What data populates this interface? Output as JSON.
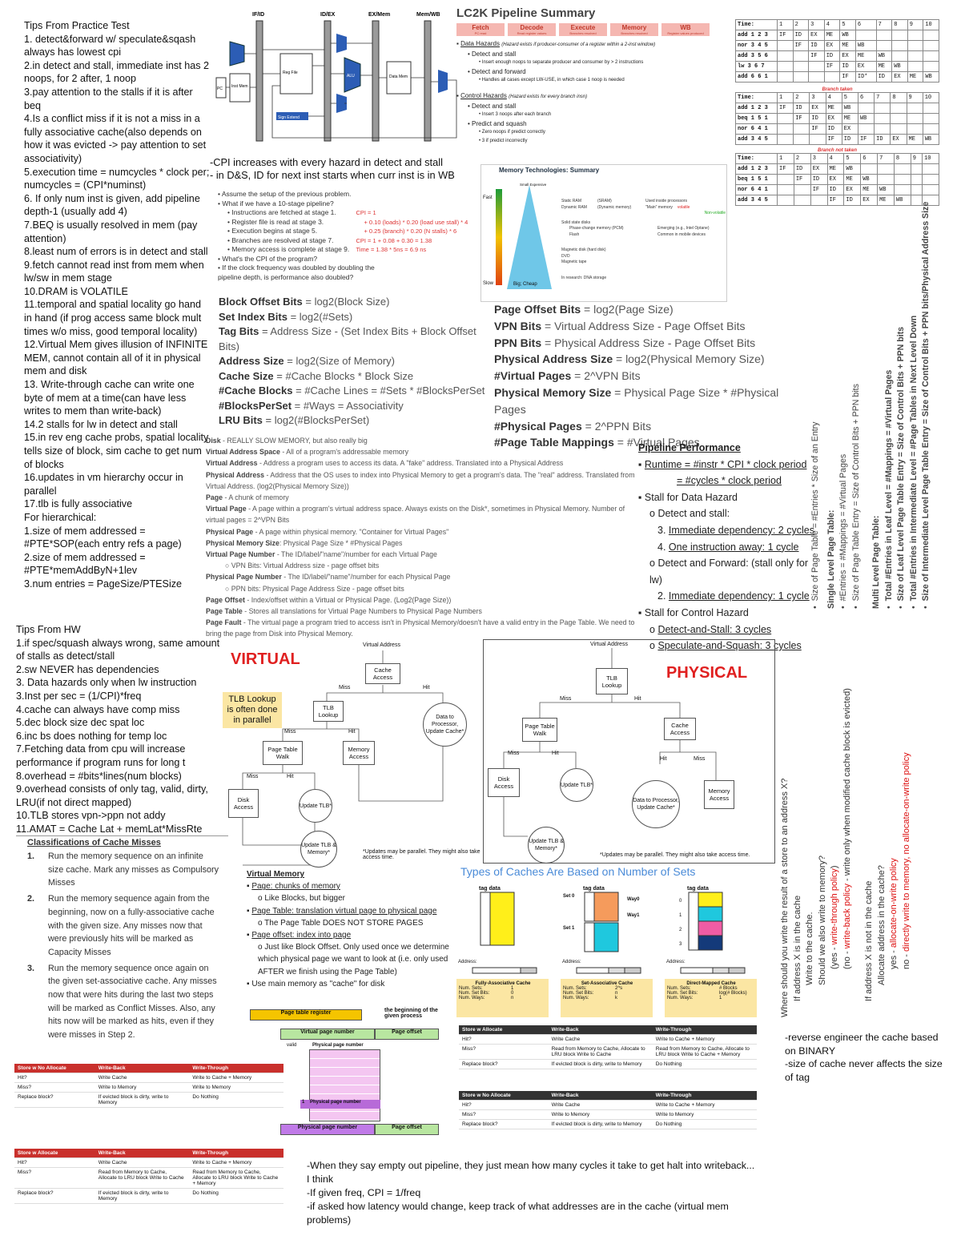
{
  "tips_practice": "Tips From Practice Test\n1. detect&forward w/ speculate&sqash always has lowest cpi\n2.in detect and stall, immediate inst has 2 noops, for 2 after, 1 noop\n3.pay attention to the stalls if it is after beq\n4.Is a conflict miss if it is not a miss in a fully associative cache(also depends on how it was evicted -> pay attention to set associativity)\n5.execution time = numcycles * clock per; numcycles = (CPI*numinst)\n6. If only num inst is given, add pipeline depth-1 (usually add 4)\n7.BEQ is usually resolved in mem (pay attention)\n8.least num of errors is in detect and stall\n9.fetch cannot read inst from mem when lw/sw in mem stage\n10.DRAM is VOLATILE\n11.temporal and spatial locality go hand in hand (if prog access same block mult times w/o miss, good temporal locality)\n12.Virtual Mem gives illusion of INFINITE MEM, cannot contain all of it in physical mem and disk\n13. Write-through cache can write one byte of mem at a time(can have less writes to mem than write-back)\n14.2 stalls for lw in detect and stall\n15.in rev eng cache probs, spatial locality tells size of block, sim cache to get num of blocks\n16.updates in vm hierarchy occur in parallel\n17.tlb is fully associative\nFor hierarchical:\n1.size of mem addressed = #PTE*SOP(each entry refs a page)\n2.size of mem addressed = #PTE*memAddByN+1lev\n3.num entries = PageSize/PTESize",
  "tips_hw": "Tips From HW\n1.if spec/squash always wrong, same amount of stalls as detect/stall\n2.sw NEVER has dependencies\n3. Data hazards only when lw instruction\n3.Inst per sec = (1/CPI)*freq\n4.cache can always have comp miss\n5.dec block size dec spat loc\n6.inc bs does nothing for temp loc\n7.Fetching data from cpu will increase performance if program runs for long t\n8.overhead = #bits*lines(num blocks)\n9.overhead consists of only tag, valid, dirty, LRU(if not direct mapped)\n10.TLB stores vpn->ppn not addy\n11.AMAT = Cache Lat + memLat*MissRte",
  "cpi_note": "-CPI increases with every hazard in detect and stall\n- in D&S, ID for next inst starts when curr inst is in WB",
  "datapath": {
    "stages": [
      "IF/ID",
      "ID/EX",
      "EX/Mem",
      "Mem/WB"
    ],
    "units": [
      "PC",
      "Inst Mem",
      "Reg File",
      "ALU",
      "Data Mem",
      "Sign Extend"
    ]
  },
  "lc2k": {
    "title": "LC2K Pipeline Summary",
    "stages": [
      {
        "name": "Fetch",
        "sub": "PC read"
      },
      {
        "name": "Decode",
        "sub": "Read register values"
      },
      {
        "name": "Execute",
        "sub": "Branches resolved"
      },
      {
        "name": "Memory",
        "sub": "Branches resolved"
      },
      {
        "name": "WB",
        "sub": "Register values produced"
      }
    ],
    "data_haz": "Data Hazards",
    "data_haz_note": "(Hazard exists if producer-consumer of a register within a 2-inst window)",
    "dh1": "Detect and stall",
    "dh1b": "Insert enough noops to separate producer and consumer by > 2 instructions",
    "dh2": "Detect and forward",
    "dh2b": "Handles all cases except LW-USE, in which case 1 noop is needed",
    "ctrl_haz": "Control Hazards",
    "ctrl_note": "(Hazard exists for every branch insn)",
    "ch1": "Detect and stall",
    "ch1b": "Insert 3 noops after each branch",
    "ch2": "Predict and squash",
    "ch2b": "Zero noops if predict correctly",
    "ch2c": "3 if predict incorrectly"
  },
  "pipe_tables": [
    {
      "title": "",
      "head": [
        "Time:",
        "1",
        "2",
        "3",
        "4",
        "5",
        "6",
        "7",
        "8",
        "9",
        "10"
      ],
      "rows": [
        [
          "add 1 2 3",
          "IF",
          "ID",
          "EX",
          "ME",
          "WB",
          "",
          "",
          "",
          "",
          ""
        ],
        [
          "nor 3 4 5",
          "",
          "IF",
          "ID",
          "EX",
          "ME",
          "WB",
          "",
          "",
          "",
          ""
        ],
        [
          "add 3 5 6",
          "",
          "",
          "IF",
          "ID",
          "EX",
          "ME",
          "WB",
          "",
          "",
          ""
        ],
        [
          "lw 3 6 7",
          "",
          "",
          "",
          "IF",
          "ID",
          "EX",
          "ME",
          "WB",
          "",
          ""
        ],
        [
          "add 6 6 1",
          "",
          "",
          "",
          "",
          "IF",
          "ID*",
          "ID",
          "EX",
          "ME",
          "WB"
        ]
      ]
    },
    {
      "title": "Branch taken",
      "head": [
        "Time:",
        "1",
        "2",
        "3",
        "4",
        "5",
        "6",
        "7",
        "8",
        "9",
        "10"
      ],
      "rows": [
        [
          "add 1 2 3",
          "IF",
          "ID",
          "EX",
          "ME",
          "WB",
          "",
          "",
          "",
          "",
          ""
        ],
        [
          "beq 1 5 1",
          "",
          "IF",
          "ID",
          "EX",
          "ME",
          "WB",
          "",
          "",
          "",
          ""
        ],
        [
          "nor 6 4 1",
          "",
          "",
          "IF",
          "ID",
          "EX",
          "",
          "",
          "",
          "",
          ""
        ],
        [
          "add 3 4 5",
          "",
          "",
          "",
          "IF",
          "ID",
          "IF",
          "ID",
          "EX",
          "ME",
          "WB"
        ]
      ]
    },
    {
      "title": "Branch not taken",
      "head": [
        "Time:",
        "1",
        "2",
        "3",
        "4",
        "5",
        "6",
        "7",
        "8",
        "9",
        "10"
      ],
      "rows": [
        [
          "add 1 2 3",
          "IF",
          "ID",
          "EX",
          "ME",
          "WB",
          "",
          "",
          "",
          "",
          ""
        ],
        [
          "beq 1 5 1",
          "",
          "IF",
          "ID",
          "EX",
          "ME",
          "WB",
          "",
          "",
          "",
          ""
        ],
        [
          "nor 6 4 1",
          "",
          "",
          "IF",
          "ID",
          "EX",
          "ME",
          "WB",
          "",
          "",
          ""
        ],
        [
          "add 3 4 5",
          "",
          "",
          "",
          "IF",
          "ID",
          "EX",
          "ME",
          "WB",
          "",
          ""
        ]
      ]
    }
  ],
  "cpi_q": {
    "l1": "Assume the setup of the previous problem.",
    "l2": "What if we have a 10-stage pipeline?",
    "s1": "Instructions are fetched at stage 1.",
    "s2": "Register file is read at stage 3.",
    "s3": "Execution begins at stage 5.",
    "s4": "Branches are resolved at stage 7.",
    "s5": "Memory access is complete at stage 9.",
    "l3": "What's the CPI of the program?",
    "l4": "If the clock frequency was doubled by doubling the pipeline depth, is performance also doubled?",
    "r1": "CPI = 1",
    "r2": "+ 0.10 (loads) * 0.20 (load use stall) * 4",
    "r3": "+ 0.25 (branch) * 0.20 (N stalls) * 6",
    "r4": "CPI = 1 + 0.08 + 0.30 = 1.38",
    "r5": "Time = 1.38 * 5ns = 6.9 ns"
  },
  "mem_tech": {
    "title": "Memory Technologies: Summary",
    "fast": "Fast",
    "slow": "Slow",
    "small": "Small Expensive",
    "big": "Big; Cheap",
    "r1a": "Static RAM",
    "r1b": "(SRAM)",
    "r1c": "Used inside processors",
    "r2a": "Dynamic RAM",
    "r2b": "(Dynamic memory)",
    "r2c": "\"Main\" memory",
    "vol": "volatile",
    "nonvol": "Non-volatile",
    "r3": "Solid state disks",
    "r4a": "Phase-change memory (PCM)",
    "r4c": "Emerging (e.g., Intel Optane)",
    "r5a": "Flash",
    "r5c": "Common in mobile devices",
    "r6": "Magnetic disk (hard disk)",
    "r7": "DVD",
    "r8": "Magnetic tape",
    "r9": "In research: DNA storage"
  },
  "cache_formulas": [
    {
      "k": "Block Offset Bits",
      "v": " = log2(Block Size)"
    },
    {
      "k": "Set Index Bits",
      "v": " = log2(#Sets)"
    },
    {
      "k": "Tag Bits",
      "v": " = Address Size - (Set Index Bits + Block Offset Bits)"
    },
    {
      "k": "Address Size",
      "v": " = log2(Size of Memory)"
    },
    {
      "k": "Cache Size",
      "v": " = #Cache Blocks * Block Size"
    },
    {
      "k": "#Cache Blocks",
      "v": " = #Cache Lines = #Sets * #BlocksPerSet"
    },
    {
      "k": "#BlocksPerSet",
      "v": " = #Ways = Associativity"
    },
    {
      "k": "LRU Bits",
      "v": " = log2(#BlocksPerSet)"
    }
  ],
  "vm_formulas": [
    {
      "k": "Page Offset Bits",
      "v": " = log2(Page Size)"
    },
    {
      "k": "VPN Bits",
      "v": " = Virtual Address Size - Page Offset Bits"
    },
    {
      "k": "PPN Bits",
      "v": " = Physical Address Size - Page Offset Bits"
    },
    {
      "k": "Physical Address Size",
      "v": " = log2(Physical Memory Size)"
    },
    {
      "k": "#Virtual Pages",
      "v": " = 2^VPN Bits"
    },
    {
      "k": "Physical Memory Size",
      "v": " = Physical Page Size * #Physical Pages"
    },
    {
      "k": "#Physical Pages",
      "v": " = 2^PPN Bits"
    },
    {
      "k": "#Page Table Mappings",
      "v": " = #Virtual Pages"
    }
  ],
  "glossary": [
    {
      "k": "Disk",
      "v": " - REALLY SLOW MEMORY, but also really big"
    },
    {
      "k": "Virtual Address Space",
      "v": " - All of a program's addressable memory"
    },
    {
      "k": "Virtual Address",
      "v": " - Address a program uses to access its data. A \"fake\" address. Translated into a Physical Address"
    },
    {
      "k": "Physical Address",
      "v": " - Address that the OS uses to index into Physical Memory to get a program's data. The \"real\" address. Translated from Virtual Address. (log2(Physical Memory Size))"
    },
    {
      "k": "Page",
      "v": " - A chunk of memory"
    },
    {
      "k": "Virtual Page",
      "v": " - A page within a program's virtual address space. Always exists on the Disk*, sometimes in Physical Memory. Number of virtual pages = 2^VPN Bits"
    },
    {
      "k": "Physical Page",
      "v": " - A page within physical memory. \"Container for Virtual Pages\""
    },
    {
      "k": "Physical Memory Size",
      "v": ": Physical Page Size * #Physical Pages"
    },
    {
      "k": "Virtual Page Number",
      "v": " - The ID/label/\"name\"/number for each Virtual Page"
    },
    {
      "k": "",
      "v": "VPN Bits: Virtual Address size - page offset bits"
    },
    {
      "k": "Physical Page Number",
      "v": " - The ID/label/\"name\"/number for each Physical Page"
    },
    {
      "k": "",
      "v": "PPN bits: Physical Page Address Size - page offset bits"
    },
    {
      "k": "Page Offset",
      "v": " - Index/offset within a Virtual or Physical Page. (Log2(Page Size))"
    },
    {
      "k": "Page Table",
      "v": " - Stores all translations for Virtual Page Numbers to Physical Page Numbers"
    },
    {
      "k": "Page Fault",
      "v": " - The virtual page a program tried to access isn't in Physical Memory/doesn't have a valid entry in the Page Table. We need to bring the page from Disk into Physical Memory."
    }
  ],
  "perf": {
    "title": "Pipeline Performance",
    "l1": "Runtime = #instr * CPI * clock period",
    "l2": "= #cycles * clock period",
    "l3": "Stall for Data Hazard",
    "l4": "Detect and stall:",
    "l5": "3.",
    "l5b": "Immediate dependency: 2 cycles",
    "l6": "4.",
    "l6b": "One instruction away: 1 cycle",
    "l7": "Detect and Forward: (stall only for lw)",
    "l8": "2.",
    "l8b": "Immediate dependency: 1 cycle",
    "l9": "Stall for Control Hazard",
    "l10": "Detect-and-Stall: 3 cycles",
    "l11": "Speculate-and-Squash: 3 cycles"
  },
  "page_table_rot": {
    "l1": "Size of Page Table = #Entries * Size of an Entry",
    "l2": "Single Level Page Table:",
    "l3": "#Entries = #Mappings = #Virtual Pages",
    "l4": "Size of Page Table Entry = Size of Control Bits + PPN bits",
    "l5": "Multi Level Page Table:",
    "l6": "Total #Entries in Leaf Level = #Mappings = #Virtual Pages",
    "l7": "Size of Leaf Level Page Table Entry = Size of Control Bits + PPN bits",
    "l8": "Total #Entries in Intermediate Level = #Page Tables in Next Level Down",
    "l9": "Size of Intermediate Level Page Table Entry = Size of Control Bits + PPN bits/Physical Address Size"
  },
  "write_rot": {
    "l1": "Where should you write the result of a store to an address X?",
    "l2": "If address X is in the cache",
    "l3": "Write to the cache.",
    "l4": "Should we also write to memory?",
    "l5a": "(yes - ",
    "l5b": "write-through policy",
    ")": ")",
    "l6a": "(no - ",
    "l6b": "write-back policy",
    "l6c": " - write only when modified cache block is evicted)",
    "l7": "If address X is not in the cache",
    "l8": "Allocate address in the cache?",
    "l9a": "yes - ",
    "l9b": "allocate-on-write policy",
    "l10a": "no - ",
    "l10b": "directly write to memory, no allocate-on-write policy"
  },
  "virtual_title": "VIRTUAL",
  "physical_title": "PHYSICAL",
  "flow": {
    "va": "Virtual Address",
    "cache_access": "Cache Access",
    "miss": "Miss",
    "hit": "Hit",
    "tlb_lookup": "TLB Lookup",
    "data_proc": "Data to Processor, Update Cache*",
    "page_walk": "Page Table Walk",
    "mem_access": "Memory Access",
    "disk_access": "Disk Access",
    "update_tlb": "Update TLB*",
    "update_tlb_mem": "Update TLB & Memory*",
    "note": "*Updates may be parallel. They might also take access time.",
    "tlb_par": "TLB Lookup is often done in parallel"
  },
  "classif": {
    "title": "Classifications of Cache Misses",
    "n1": "1.",
    "t1": "Run the memory sequence on an infinite size cache. Mark any misses as Compulsory Misses",
    "n2": "2.",
    "t2": "Run the memory sequence again from the beginning, now on a fully-associative cache with the given size. Any misses now that were previously hits will be marked as Capacity Misses",
    "n3": "3.",
    "t3": "Run the memory sequence once again on the given set-associative cache. Any misses now that were hits during the last two steps will be marked as Conflict Misses. Also, any hits now will be marked as hits, even if they were misses in Step 2."
  },
  "vm": {
    "title": "Virtual Memory",
    "b1": "Page: chunks of memory",
    "b1a": "Like Blocks, but bigger",
    "b2": "Page Table: translation virtual page to physical page",
    "b2a": "The Page Table DOES NOT STORE PAGES",
    "b3": "Page offset: index into page",
    "b3a": "Just like Block Offset. Only used once we determine which physical page we want to look at (i.e. only used AFTER we finish using the Page Table)",
    "b4": "Use main memory as \"cache\" for disk",
    "ptr": "Page table register",
    "ptr2": "the beginning of the given process",
    "vpn": "Virtual page number",
    "po": "Page offset",
    "valid": "valid",
    "ppn_h": "Physical page number",
    "ppn": "Physical page number",
    "po2": "Page offset",
    "one": "1"
  },
  "types": {
    "title": "Types of Caches Are Based on Number of Sets",
    "tag": "tag",
    "data": "data",
    "set0": "Set 0",
    "set1": "Set 1",
    "way0": "Way0",
    "way1": "Way1",
    "addr": "Address:",
    "fa": "Fully-Associative Cache",
    "sa": "Set-Associative Cache",
    "dm": "Direct-Mapped Cache",
    "fa_rows": [
      [
        "Num. Sets:",
        "1"
      ],
      [
        "Num. Set Bits:",
        "0"
      ],
      [
        "Num. Ways:",
        "n"
      ]
    ],
    "sa_rows": [
      [
        "Num. Sets:",
        "2^s"
      ],
      [
        "Num. Set Bits:",
        "n"
      ],
      [
        "Num. Ways:",
        "k"
      ]
    ],
    "dm_rows": [
      [
        "Num. Sets:",
        "# Blocks"
      ],
      [
        "Num. Set Bits:",
        "log(# Blocks)"
      ],
      [
        "Num. Ways:",
        "1"
      ]
    ]
  },
  "write_tables": {
    "alloc": {
      "head": [
        "Store w Allocate",
        "Write-Back",
        "Write-Through"
      ],
      "rows": [
        [
          "Hit?",
          "Write Cache",
          "Write to Cache + Memory"
        ],
        [
          "Miss?",
          "Read from Memory to Cache, Allocate to LRU block Write to Cache",
          "Read from Memory to Cache, Allocate to LRU block Write to Cache + Memory"
        ],
        [
          "Replace block?",
          "If evicted block is dirty, write to Memory",
          "Do Nothing"
        ]
      ]
    },
    "noalloc": {
      "head": [
        "Store w No Allocate",
        "Write-Back",
        "Write-Through"
      ],
      "rows": [
        [
          "Hit?",
          "Write Cache",
          "Write to Cache + Memory"
        ],
        [
          "Miss?",
          "Write to Memory",
          "Write to Memory"
        ],
        [
          "Replace block?",
          "If evicted block is dirty, write to Memory",
          "Do Nothing"
        ]
      ]
    }
  },
  "bottom_notes": "-When they say empty out pipeline, they just mean how many cycles it take to get halt into writeback... I think\n-If given freq, CPI = 1/freq\n-if asked how latency would change, keep track of what addresses are in the cache (virtual mem problems)",
  "right_notes": "-reverse engineer the cache based on BINARY\n-size of cache never affects the size of tag"
}
